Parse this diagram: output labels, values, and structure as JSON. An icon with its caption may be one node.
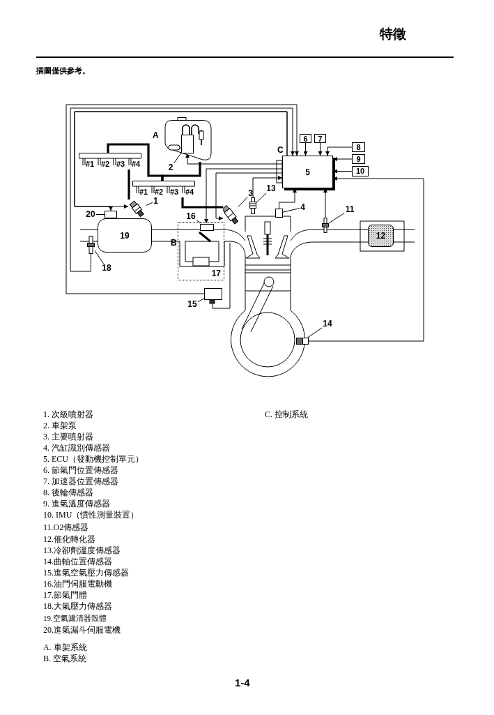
{
  "diagram": {
    "nodes": [
      {
        "text": [
          "5"
        ],
        "beside": [
          "C"
        ]
      },
      {
        "text": [
          "6"
        ]
      },
      {
        "text": [
          "7"
        ]
      },
      {
        "text": [
          "8"
        ]
      },
      {
        "text": [
          "9"
        ]
      },
      {
        "text": [
          "10"
        ]
      },
      {
        "text": [],
        "shape": "picture",
        "beside": [
          "A"
        ]
      },
      {
        "text": [],
        "shape": "box",
        "in": 6
      },
      {
        "text": [
          "2"
        ]
      },
      {
        "text": [],
        "shape": "picture"
      },
      {
        "text": [
          "1"
        ]
      },
      {
        "text": [],
        "shape": "picture"
      },
      {
        "text": [
          "3"
        ]
      },
      {
        "text": [],
        "shape": "picture"
      },
      {
        "text": [
          "13"
        ]
      },
      {
        "text": [],
        "shape": "box"
      },
      {
        "text": [
          "4"
        ]
      },
      {
        "text": [],
        "shape": "picture"
      },
      {
        "text": [
          "11"
        ]
      },
      {
        "text": [
          "12"
        ]
      },
      {
        "text": [
          "19"
        ]
      },
      {
        "text": [],
        "shape": "box"
      },
      {
        "text": [
          "20"
        ]
      },
      {
        "text": [],
        "shape": "picture"
      },
      {
        "text": [
          "18"
        ]
      },
      {
        "text": [
          "17"
        ],
        "beside": [
          "B"
        ]
      },
      {
        "text": [],
        "shape": "box",
        "in": 25
      },
      {
        "text": [
          "16"
        ]
      },
      {
        "text": [],
        "shape": "box"
      },
      {
        "text": [
          "15"
        ]
      },
      {
        "text": [],
        "shape": "picture"
      },
      {
        "text": [
          "14"
        ]
      },
      {
        "text": [
          "#1",
          "#2",
          "#3",
          "#4"
        ]
      },
      {
        "text": [
          "#1",
          "#2",
          "#3",
          "#4"
        ]
      }
    ],
    "edges": [
      {
        "from": 10,
        "to": 9,
        "arrow": "none"
      },
      {
        "from": 8,
        "to": 7,
        "arrow": "none"
      },
      {
        "from": 12,
        "to": 11,
        "arrow": "none"
      },
      {
        "from": 14,
        "to": 13,
        "arrow": "none"
      },
      {
        "from": 16,
        "to": 15,
        "arrow": "none"
      },
      {
        "from": 18,
        "to": 17,
        "arrow": "none"
      },
      {
        "from": 22,
        "to": 21,
        "arrow": "none"
      },
      {
        "from": 24,
        "to": 23,
        "arrow": "none"
      },
      {
        "from": 27,
        "to": 26,
        "arrow": "none"
      },
      {
        "from": 29,
        "to": 28,
        "arrow": "none"
      },
      {
        "from": 31,
        "to": 30,
        "arrow": "none"
      },
      {
        "from": 1,
        "to": 0,
        "arrow": "to"
      },
      {
        "from": 2,
        "to": 0,
        "arrow": "to"
      },
      {
        "from": 3,
        "to": 0,
        "arrow": "to"
      },
      {
        "from": 4,
        "to": 0,
        "arrow": "to"
      },
      {
        "from": 5,
        "to": 0,
        "arrow": "to"
      },
      {
        "from": 0,
        "to": 21,
        "arrow": "to"
      },
      {
        "from": 0,
        "to": 9,
        "arrow": "to"
      },
      {
        "from": 0,
        "to": 7,
        "arrow": "to"
      },
      {
        "from": 0,
        "to": 11,
        "arrow": "to"
      },
      {
        "from": 0,
        "to": 26,
        "arrow": "to"
      },
      {
        "from": 13,
        "to": 0,
        "arrow": "to"
      },
      {
        "from": 15,
        "to": 0,
        "arrow": "to"
      },
      {
        "from": 17,
        "to": 0,
        "arrow": "to"
      },
      {
        "from": 30,
        "to": 0,
        "arrow": "to"
      },
      {
        "from": 23,
        "to": 0,
        "arrow": "to"
      },
      {
        "from": 28,
        "to": 0,
        "arrow": "to"
      },
      {
        "from": 6,
        "to": 33,
        "arrow": "none",
        "style": "thick"
      },
      {
        "from": 32,
        "to": 33,
        "arrow": "none",
        "style": "thick"
      },
      {
        "from": 32,
        "to": 9,
        "arrow": "none",
        "style": "thick"
      },
      {
        "from": 33,
        "to": 11,
        "arrow": "none",
        "style": "thick"
      }
    ],
    "labels": [
      "特徵",
      "插圖僅供參考。",
      "1. 次級噴射器",
      "C. 控制系統",
      "2. 車架泵",
      "3. 主要噴射器",
      "4. 汽缸識別傳感器",
      "5. ECU（發動機控制單元）",
      "6. 節氣門位置傳感器",
      "7. 加速器位置傳感器",
      "8. 後輪傳感器",
      "9. 進氣溫度傳感器",
      "10. IMU（慣性測量裝置）",
      "11.O2傳感器",
      "12.催化轉化器",
      "13.冷卻劑溫度傳感器",
      "14.曲軸位置傳感器",
      "15.進氣空氣壓力傳感器",
      "16.油門伺服電動機",
      "17.節氣門體",
      "18.大氣壓力傳感器",
      "19.空氣濾清器殼體",
      "20.進氣漏斗伺服電機",
      "A. 車架系統",
      "B. 空氣系統",
      "1-4"
    ]
  }
}
